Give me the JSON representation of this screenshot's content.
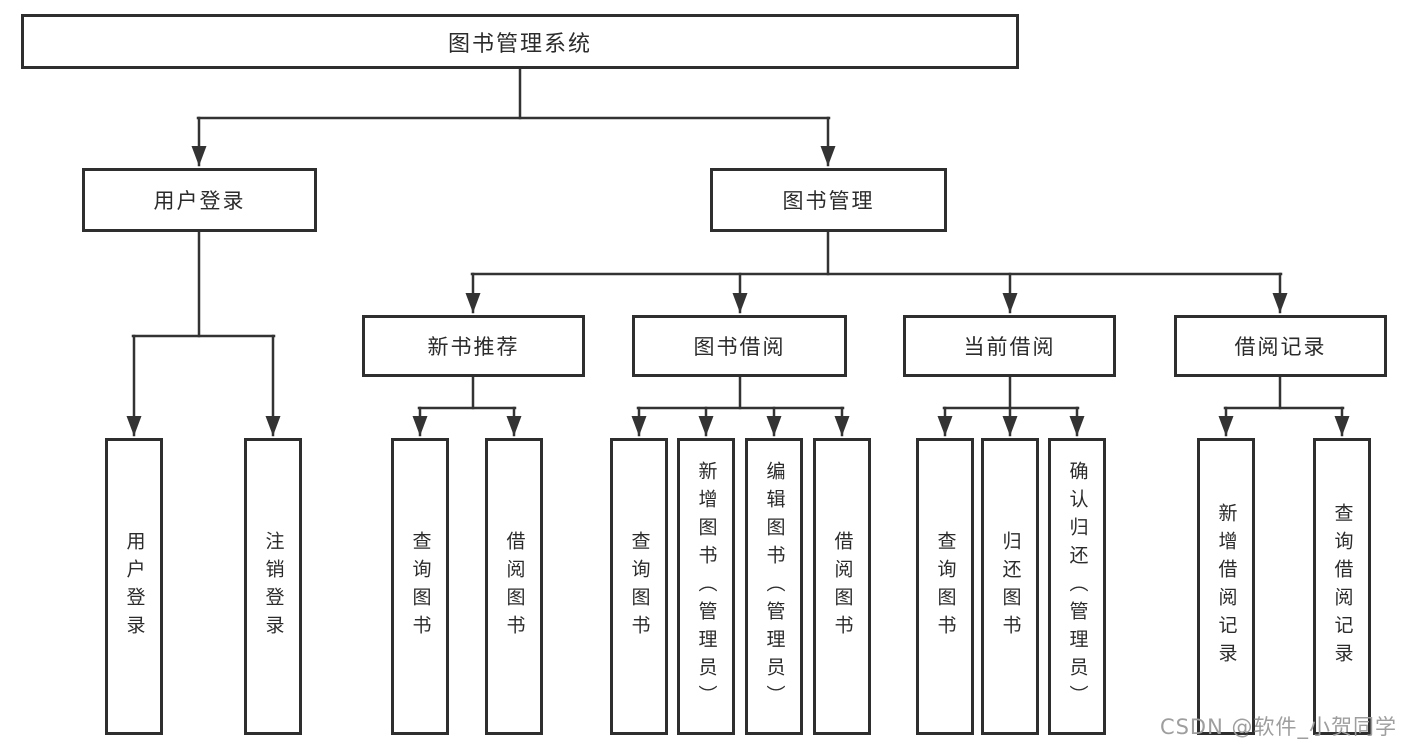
{
  "nodes": {
    "root": "图书管理系统",
    "l2": [
      "用户登录",
      "图书管理"
    ],
    "l3": [
      "新书推荐",
      "图书借阅",
      "当前借阅",
      "借阅记录"
    ],
    "leaf": [
      "用户登录",
      "注销登录",
      "查询图书",
      "借阅图书",
      "查询图书",
      "新增图书（管理员）",
      "编辑图书（管理员）",
      "借阅图书",
      "查询图书",
      "归还图书",
      "确认归还（管理员）",
      "新增借阅记录",
      "查询借阅记录"
    ]
  },
  "hierarchy": {
    "图书管理系统": [
      "用户登录",
      "图书管理"
    ],
    "用户登录": [
      "用户登录",
      "注销登录"
    ],
    "图书管理": [
      "新书推荐",
      "图书借阅",
      "当前借阅",
      "借阅记录"
    ],
    "新书推荐": [
      "查询图书",
      "借阅图书"
    ],
    "图书借阅": [
      "查询图书",
      "新增图书（管理员）",
      "编辑图书（管理员）",
      "借阅图书"
    ],
    "当前借阅": [
      "查询图书",
      "归还图书",
      "确认归还（管理员）"
    ],
    "借阅记录": [
      "新增借阅记录",
      "查询借阅记录"
    ]
  },
  "watermark": {
    "text": "CSDN @软件_小贺同学"
  },
  "colors": {
    "line": "#333333",
    "border": "#2e2e2e",
    "text": "#2b2b2b",
    "watermark": "#9e9e9e",
    "background": "#ffffff"
  }
}
